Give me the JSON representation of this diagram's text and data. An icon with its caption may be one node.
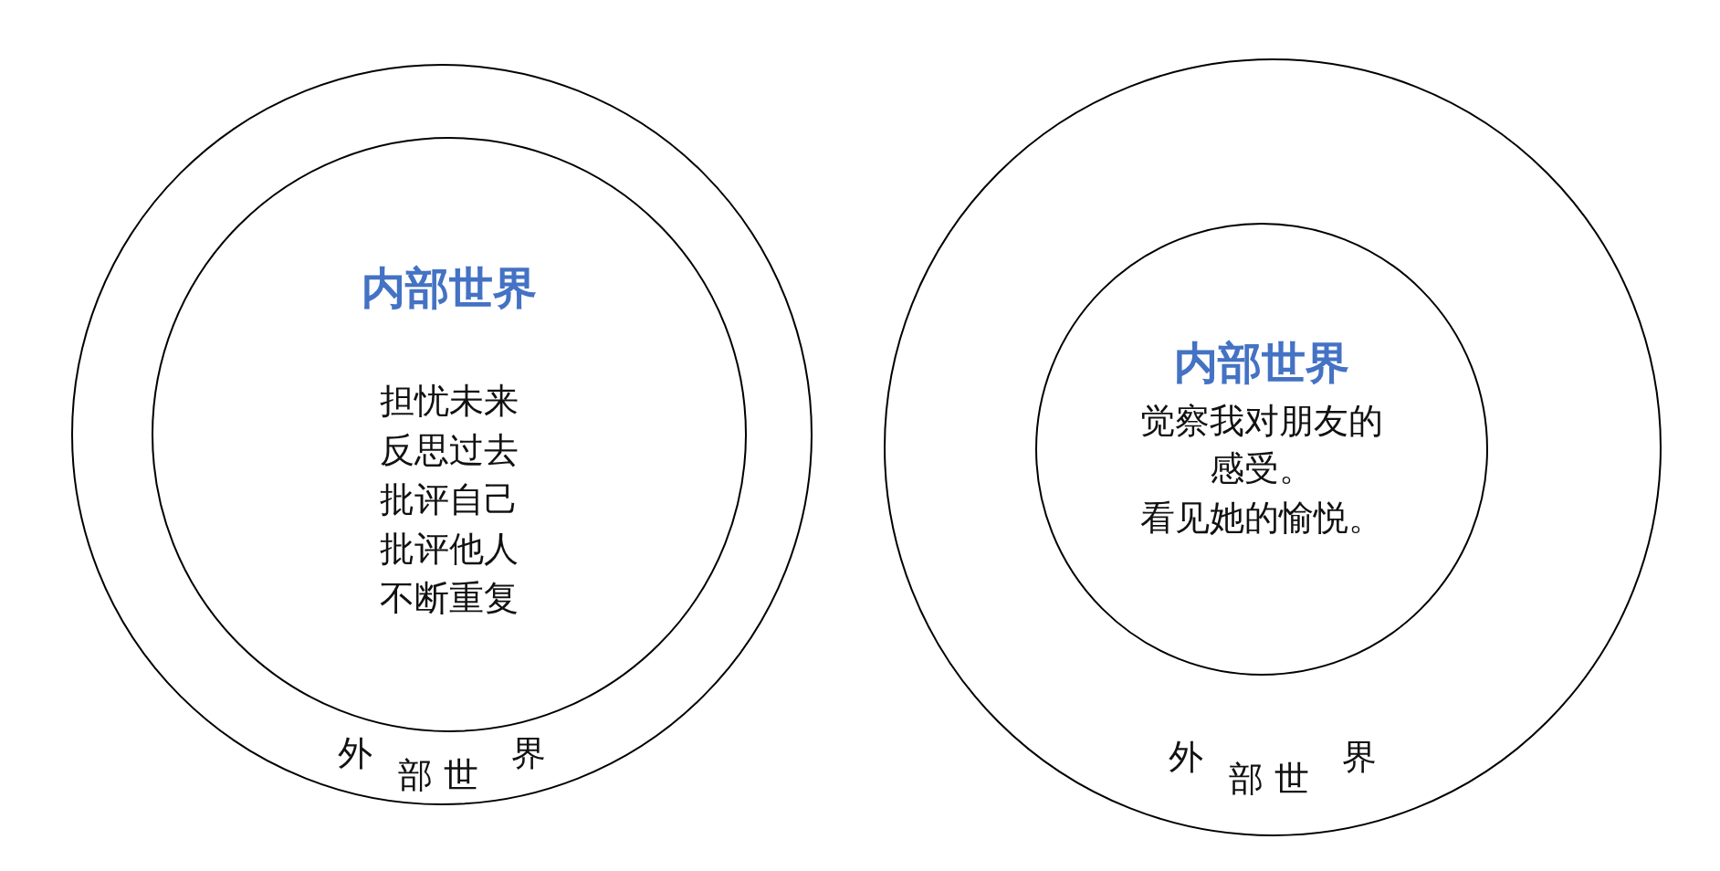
{
  "diagram": {
    "nodes": [
      {
        "text": [
          "外部世界"
        ]
      },
      {
        "text": [
          "内部世界",
          "担忧未来",
          "反思过去",
          "批评自己",
          "批评他人",
          "不断重复"
        ],
        "in": 0
      },
      {
        "text": [
          "外部世界"
        ]
      },
      {
        "text": [
          "内部世界",
          "觉察我对朋友的感受。",
          "看见她的愉悦。"
        ],
        "in": 2
      }
    ]
  }
}
